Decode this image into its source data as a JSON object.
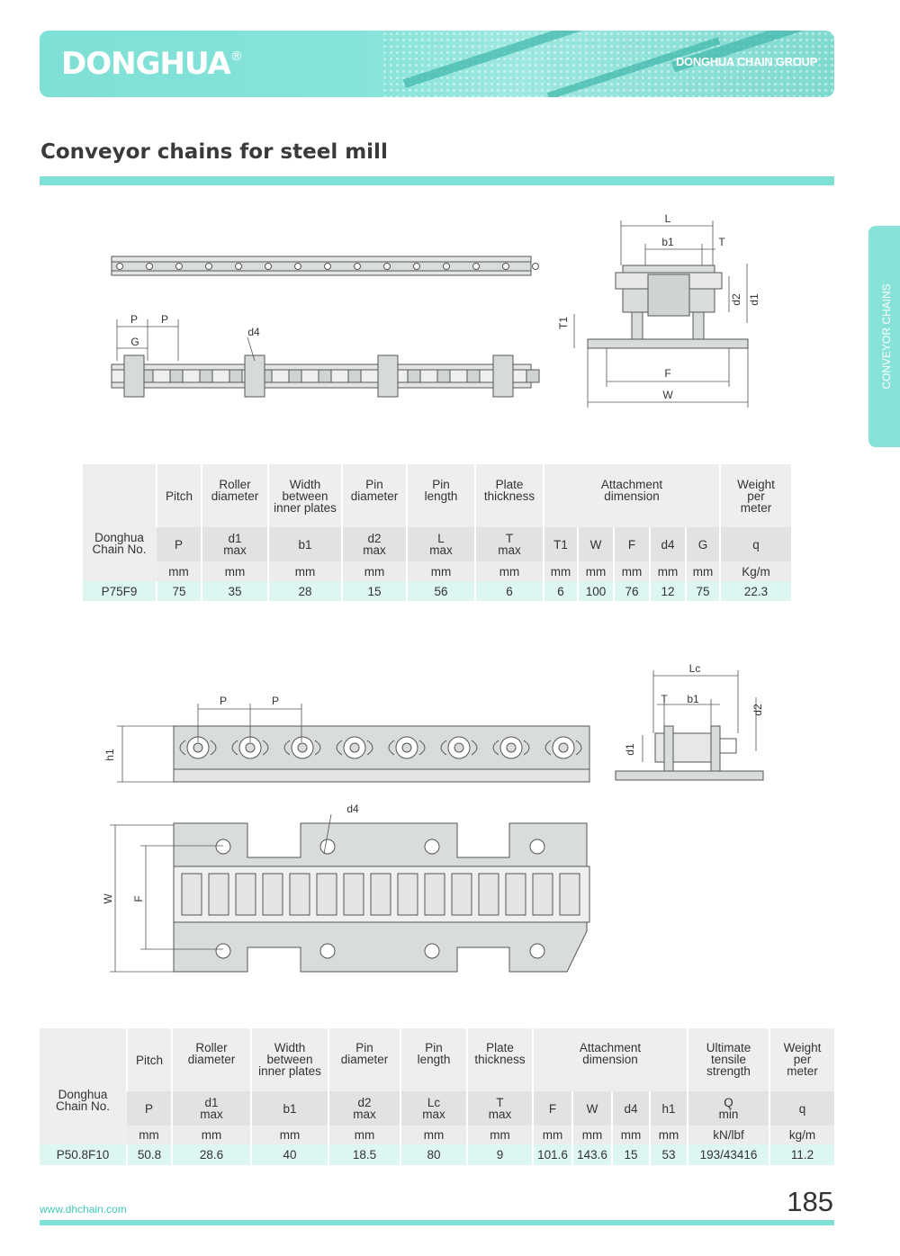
{
  "header": {
    "brand": "DONGHUA",
    "brand_mark": "®",
    "group": "DONGHUA CHAIN GROUP"
  },
  "page_title": "Conveyor chains for steel mill",
  "side_tab": "CONVEYOR CHAINS",
  "colors": {
    "accent": "#7fe0d6",
    "footer_link": "#44c9bb"
  },
  "diagram1": {
    "P": "P",
    "G": "G",
    "d4": "d4",
    "L": "L",
    "b1": "b1",
    "T": "T",
    "d2": "d2",
    "d1": "d1",
    "T1": "T1",
    "F": "F",
    "W": "W"
  },
  "table1": {
    "chain_no": "Donghua\nChain No.",
    "heads": [
      "Pitch",
      "Roller\ndiameter",
      "Width\nbetween\ninner plates",
      "Pin\ndiameter",
      "Pin\nlength",
      "Plate\nthickness",
      "Attachment\ndimension",
      "Weight\nper\nmeter"
    ],
    "symbols": [
      "P",
      "d1\nmax",
      "b1",
      "d2\nmax",
      "L\nmax",
      "T\nmax",
      "T1",
      "W",
      "F",
      "d4",
      "G",
      "q"
    ],
    "units": [
      "mm",
      "mm",
      "mm",
      "mm",
      "mm",
      "mm",
      "mm",
      "mm",
      "mm",
      "mm",
      "mm",
      "Kg/m"
    ],
    "row": [
      "P75F9",
      "75",
      "35",
      "28",
      "15",
      "56",
      "6",
      "6",
      "100",
      "76",
      "12",
      "75",
      "22.3"
    ]
  },
  "diagram2": {
    "P": "P",
    "h1": "h1",
    "d4": "d4",
    "W": "W",
    "F": "F",
    "Lc": "Lc",
    "T": "T",
    "b1": "b1",
    "d1": "d1",
    "d2": "d2"
  },
  "table2": {
    "chain_no": "Donghua\nChain No.",
    "heads": [
      "Pitch",
      "Roller\ndiameter",
      "Width\nbetween\ninner plates",
      "Pin\ndiameter",
      "Pin\nlength",
      "Plate\nthickness",
      "Attachment\ndimension",
      "Ultimate\ntensile\nstrength",
      "Weight\nper\nmeter"
    ],
    "symbols": [
      "P",
      "d1\nmax",
      "b1",
      "d2\nmax",
      "Lc\nmax",
      "T\nmax",
      "F",
      "W",
      "d4",
      "h1",
      "Q\nmin",
      "q"
    ],
    "units": [
      "mm",
      "mm",
      "mm",
      "mm",
      "mm",
      "mm",
      "mm",
      "mm",
      "mm",
      "mm",
      "kN/lbf",
      "kg/m"
    ],
    "row": [
      "P50.8F10",
      "50.8",
      "28.6",
      "40",
      "18.5",
      "80",
      "9",
      "101.6",
      "143.6",
      "15",
      "53",
      "193/43416",
      "11.2"
    ]
  },
  "footer": {
    "url": "www.dhchain.com",
    "page": "185"
  }
}
